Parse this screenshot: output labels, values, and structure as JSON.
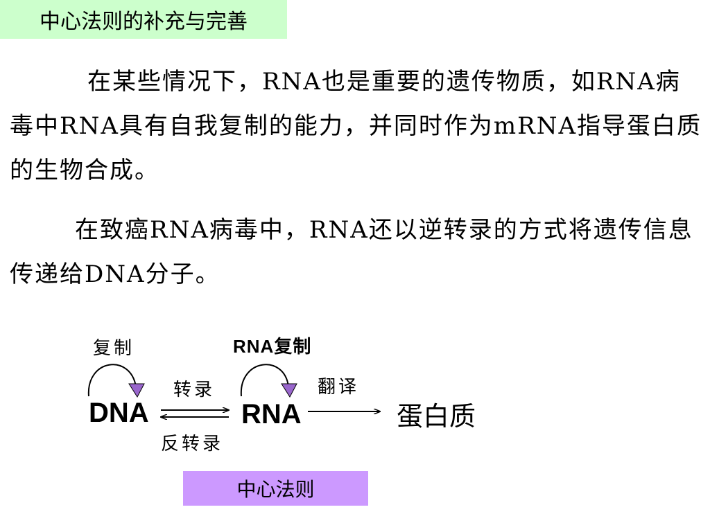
{
  "header": {
    "title": "中心法则的补充与完善"
  },
  "content": {
    "paragraph1": "在某些情况下，RNA也是重要的遗传物质，如RNA病毒中RNA具有自我复制的能力，并同时作为mRNA指导蛋白质的生物合成。",
    "paragraph2": "在致癌RNA病毒中，RNA还以逆转录的方式将遗传信息传递给DNA分子。"
  },
  "diagram": {
    "dna_replication_label": "复制",
    "rna_replication_label": "RNA复制",
    "transcription_label": "转录",
    "translation_label": "翻译",
    "reverse_transcription_label": "反转录",
    "dna": "DNA",
    "rna": "RNA",
    "protein": "蛋白质",
    "colors": {
      "loop_arrowhead": "#9966cc"
    }
  },
  "footer": {
    "label": "中心法则"
  }
}
